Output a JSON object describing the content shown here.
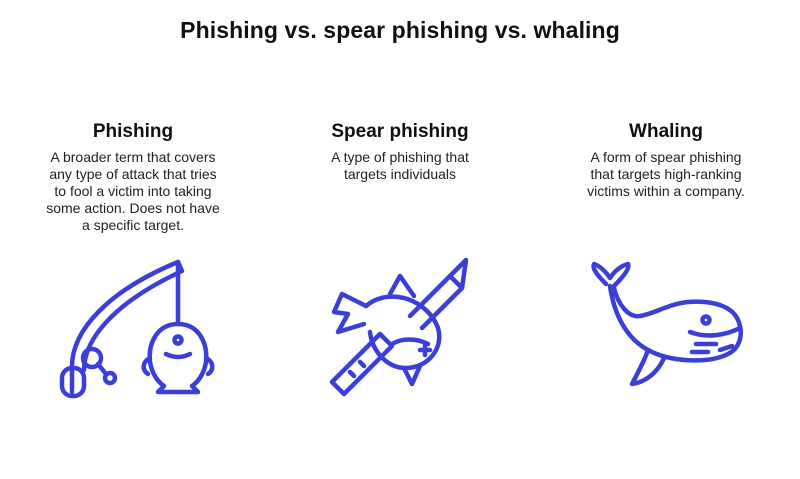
{
  "title": "Phishing vs. spear phishing vs. whaling",
  "accent_color": "#3b3fd8",
  "columns": [
    {
      "heading": "Phishing",
      "lines": [
        "A broader term that covers",
        "any type of attack that tries",
        "to fool a victim into taking",
        "some action. Does not have",
        "a specific target."
      ],
      "icon": "fishing-rod-with-fish-icon"
    },
    {
      "heading": "Spear phishing",
      "lines": [
        "A type of phishing that",
        "targets individuals"
      ],
      "icon": "spear-through-fish-icon"
    },
    {
      "heading": "Whaling",
      "lines": [
        "A form of spear phishing",
        "that targets high-ranking",
        "victims within a company."
      ],
      "icon": "whale-icon"
    }
  ]
}
